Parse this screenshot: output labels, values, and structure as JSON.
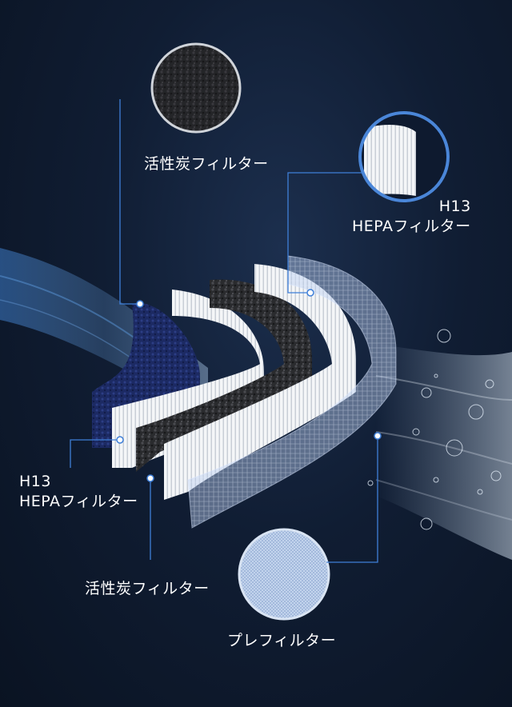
{
  "labels": {
    "top_carbon": "活性炭フィルター",
    "top_hepa_grade": "H13",
    "top_hepa_name": "HEPAフィルター",
    "left_hepa_grade": "H13",
    "left_hepa_name": "HEPAフィルター",
    "bottom_carbon": "活性炭フィルター",
    "prefilter": "プレフィルター"
  },
  "colors": {
    "background": "#101d33",
    "leader_line": "#3f7fd8",
    "text": "#ffffff"
  }
}
